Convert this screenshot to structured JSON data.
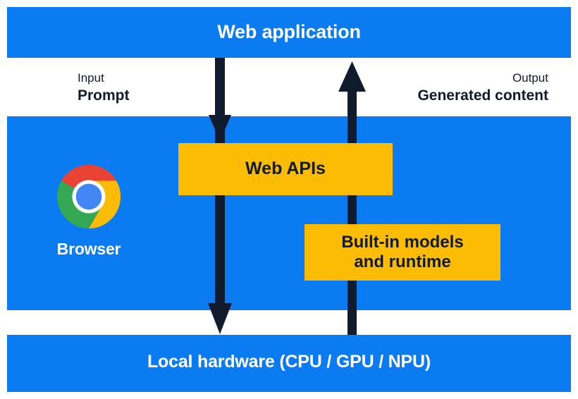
{
  "theme": {
    "background": "#ffffff",
    "band_blue": "#0B7BF1",
    "box_orange": "#FCBC04",
    "ink_navy": "#111B2E",
    "text_on_blue": "#ffffff"
  },
  "layers": {
    "top": {
      "label": "Web application"
    },
    "middle": {
      "browser": {
        "icon": "chrome-logo-icon",
        "caption": "Browser"
      },
      "boxes": [
        {
          "id": "web-apis",
          "label": "Web APIs"
        },
        {
          "id": "built-in-models",
          "line1": "Built-in models",
          "line2": "and runtime"
        }
      ]
    },
    "bottom": {
      "label": "Local hardware (CPU / GPU / NPU)"
    }
  },
  "flows": [
    {
      "id": "input-flow",
      "kind": "Input",
      "value": "Prompt",
      "direction": "down",
      "icon": "arrow-down-icon"
    },
    {
      "id": "output-flow",
      "kind": "Output",
      "value": "Generated content",
      "direction": "up",
      "icon": "arrow-up-icon"
    }
  ],
  "chrome_logo": {
    "red": "#EA4335",
    "yellow": "#FBBC05",
    "green": "#34A853",
    "blue": "#4285F4",
    "ring": "#ffffff"
  }
}
